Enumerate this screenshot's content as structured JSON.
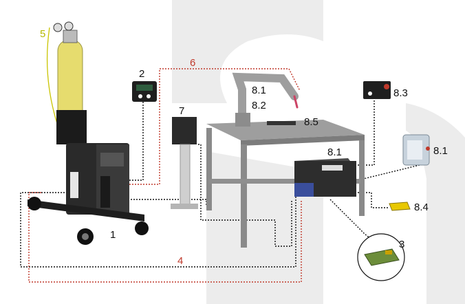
{
  "labels": {
    "l1": "1",
    "l2": "2",
    "l3": "3",
    "l4": "4",
    "l5": "5",
    "l6": "6",
    "l7": "7",
    "l81a": "8.1",
    "l82": "8.2",
    "l81b": "8.1",
    "l81c": "8.1",
    "l83": "8.3",
    "l84": "8.4",
    "l85": "8.5"
  },
  "colors": {
    "label": "#111111",
    "label_red": "#c0392b",
    "label_yellow": "#b5b800",
    "cable_black": "#111111",
    "cable_red": "#c0392b",
    "gas_hose": "#c9c400",
    "cylinder": "#e6dc6e",
    "background_watermark": "#ececec"
  }
}
